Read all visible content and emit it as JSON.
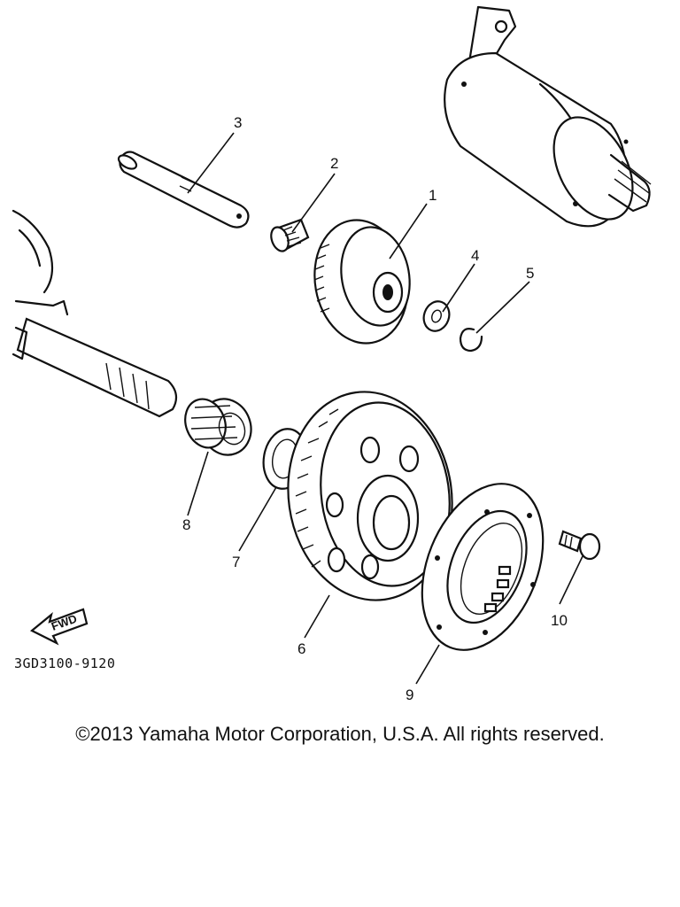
{
  "diagram": {
    "drawing_code": "3GD3100-9120",
    "direction_label": "FWD",
    "callouts": [
      "1",
      "2",
      "3",
      "4",
      "5",
      "6",
      "7",
      "8",
      "9",
      "10"
    ]
  },
  "footer": {
    "copyright": "©2013 Yamaha Motor Corporation, U.S.A. All rights reserved."
  },
  "colors": {
    "ink": "#111111",
    "background": "#ffffff"
  }
}
